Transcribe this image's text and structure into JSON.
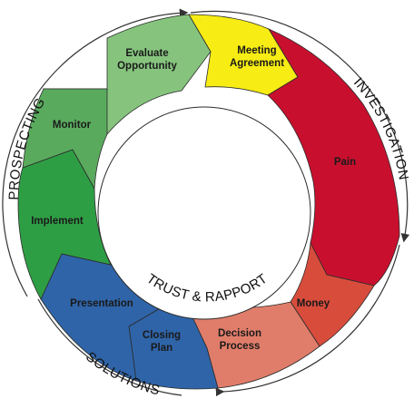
{
  "diagram": {
    "segments": [
      {
        "id": "meeting-agreement",
        "lines": [
          "Meeting",
          "Agreement"
        ],
        "color": "#f7ec13"
      },
      {
        "id": "pain",
        "lines": [
          "Pain"
        ],
        "color": "#c8102e"
      },
      {
        "id": "money",
        "lines": [
          "Money"
        ],
        "color": "#d84c3c"
      },
      {
        "id": "decision-process",
        "lines": [
          "Decision",
          "Process"
        ],
        "color": "#e07d6a"
      },
      {
        "id": "closing-plan",
        "lines": [
          "Closing",
          "Plan"
        ],
        "color": "#2f64a8"
      },
      {
        "id": "presentation",
        "lines": [
          "Presentation"
        ],
        "color": "#2f64a8"
      },
      {
        "id": "implement",
        "lines": [
          "Implement"
        ],
        "color": "#2e9e44"
      },
      {
        "id": "monitor",
        "lines": [
          "Monitor"
        ],
        "color": "#5aaa5e"
      },
      {
        "id": "evaluate-opportunity",
        "lines": [
          "Evaluate",
          "Opportunity"
        ],
        "color": "#86c47e"
      }
    ],
    "phases": {
      "prospecting": "PROSPECTING",
      "investigation": "INVESTIGATION",
      "solutions": "SOLUTIONS"
    },
    "center": "TRUST & RAPPORT"
  }
}
